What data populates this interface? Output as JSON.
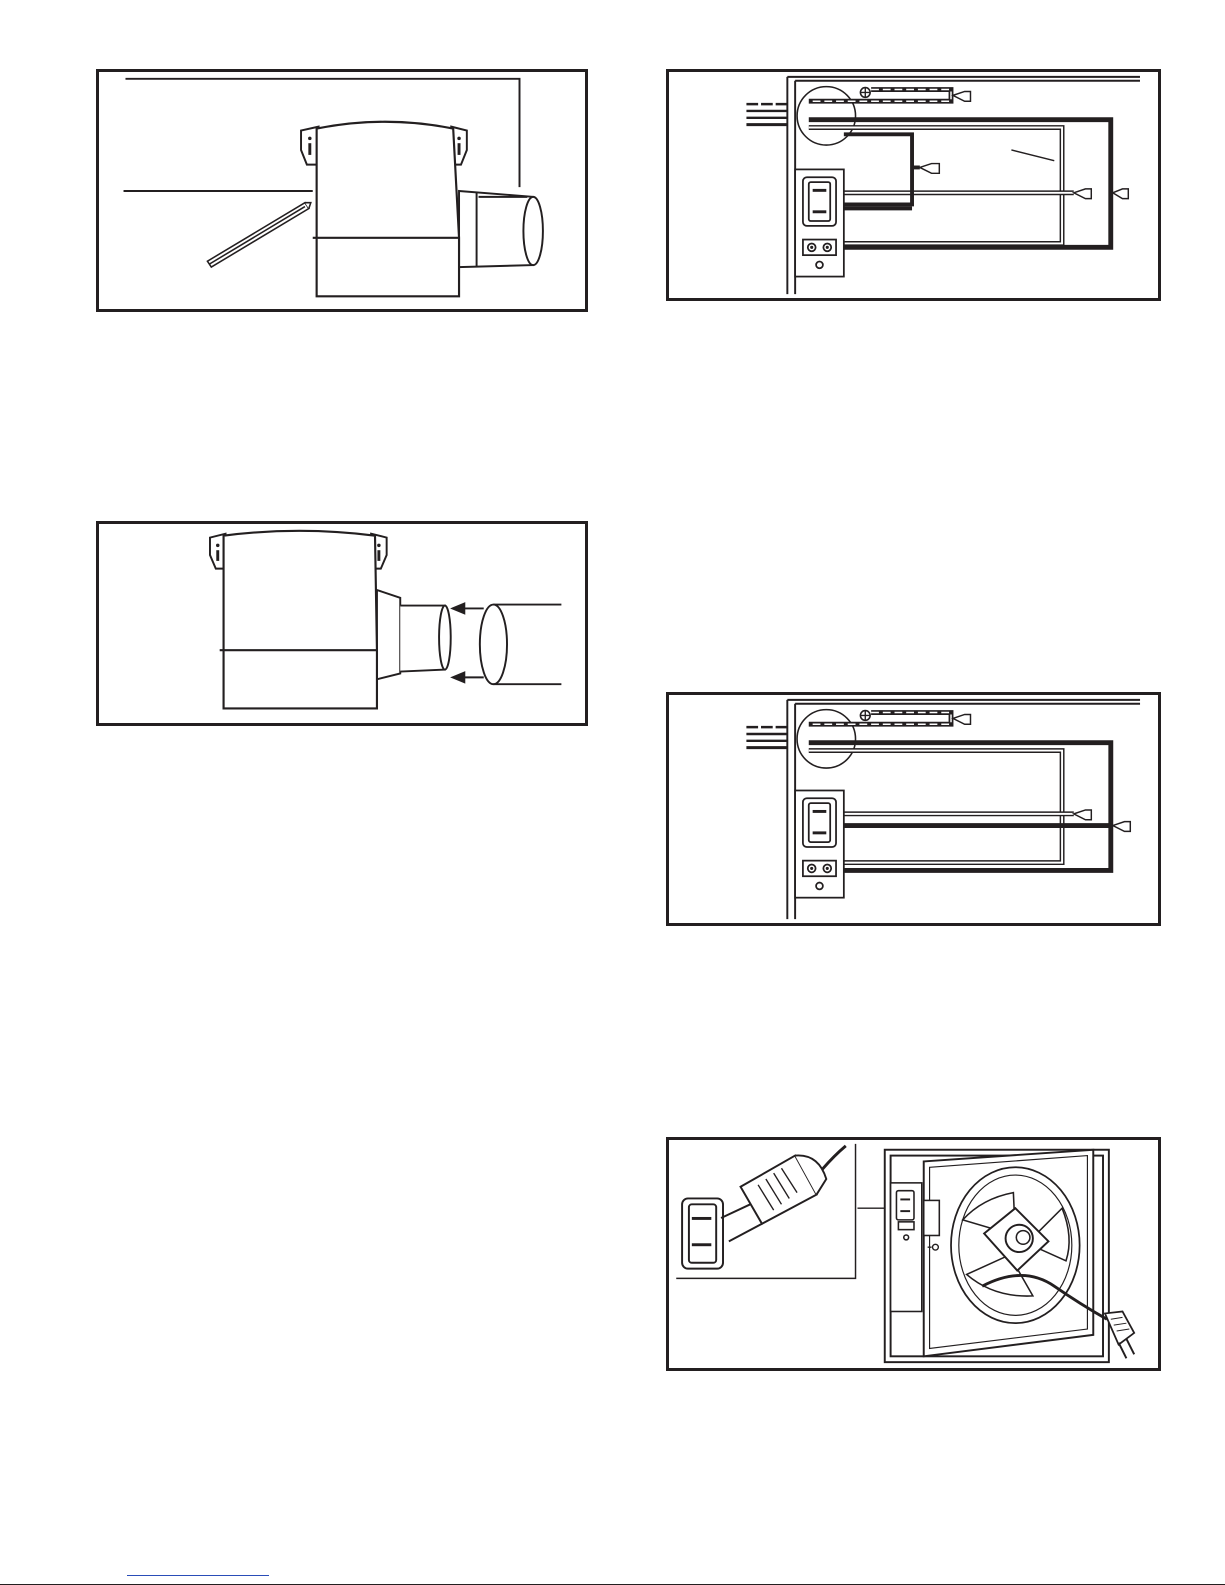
{
  "page": {
    "background": "#ffffff",
    "line_color": "#231f20",
    "link_color": "#2a4db8"
  },
  "figures": [
    {
      "id": "fig-a",
      "icon": "marking-pencil-at-housing-icon"
    },
    {
      "id": "fig-b",
      "icon": "duct-attach-arrows-icon"
    },
    {
      "id": "fig-c",
      "icon": "wiring-diagram-with-ground-icon"
    },
    {
      "id": "fig-d",
      "icon": "wiring-diagram-icon"
    },
    {
      "id": "fig-e",
      "icon": "plug-into-receptacle-icon"
    }
  ]
}
